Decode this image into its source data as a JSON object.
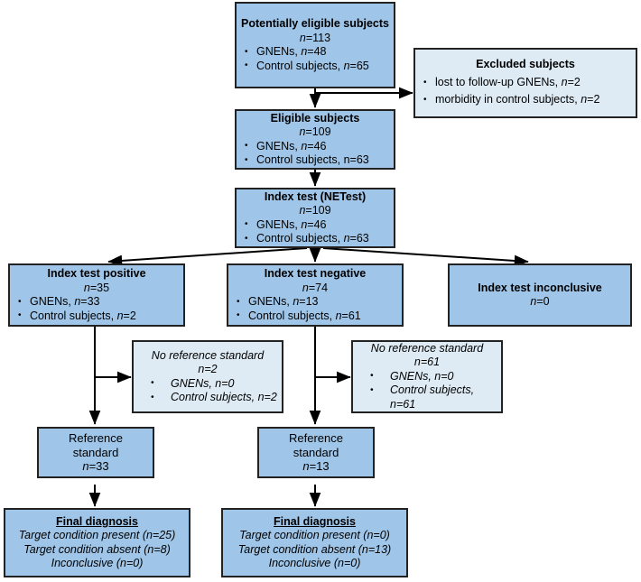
{
  "colors": {
    "box_fill": "#9FC5E8",
    "box_fill_light": "#DEEBF4",
    "border": "#222222",
    "text": "#000000",
    "arrow": "#000000"
  },
  "nodes": {
    "potentially_eligible": {
      "title": "Potentially eligible subjects",
      "count_label": "n",
      "count_value": "=113",
      "bullets": [
        {
          "label": "GNENs, ",
          "n": "n",
          "value": "=48"
        },
        {
          "label": "Control subjects, ",
          "n": "n",
          "value": "=65"
        }
      ]
    },
    "excluded": {
      "title": "Excluded subjects",
      "bullets": [
        {
          "label": "lost to follow-up GNENs, ",
          "n": "n",
          "value": "=2"
        },
        {
          "label": "morbidity in control subjects, ",
          "n": "n",
          "value": "=2"
        }
      ]
    },
    "eligible": {
      "title": "Eligible subjects",
      "count_label": "n",
      "count_value": "=109",
      "bullets": [
        {
          "label": "GNENs, ",
          "n": "n",
          "value": "=46"
        },
        {
          "label": "Control subjects, ",
          "n": "n",
          "value": "=63"
        }
      ]
    },
    "index_test": {
      "title": "Index test (NETest)",
      "count_label": "n",
      "count_value": "=109",
      "bullets": [
        {
          "label": "GNENs, ",
          "n": "n",
          "value": "=46"
        },
        {
          "label": "Control subjects, ",
          "n": "n",
          "value": "=63"
        }
      ]
    },
    "index_positive": {
      "title": "Index test positive",
      "count_label": "n",
      "count_value": "=35",
      "bullets": [
        {
          "label": "GNENs, ",
          "n": "n",
          "value": "=33"
        },
        {
          "label": "Control subjects, ",
          "n": "n",
          "value": "=2"
        }
      ]
    },
    "index_negative": {
      "title": "Index test negative",
      "count_label": "n",
      "count_value": "=74",
      "bullets": [
        {
          "label": "GNENs, ",
          "n": "n",
          "value": "=13"
        },
        {
          "label": "Control subjects, ",
          "n": "n",
          "value": "=61"
        }
      ]
    },
    "index_inconclusive": {
      "title": "Index test inconclusive",
      "count_label": "n",
      "count_value": "=0"
    },
    "no_ref_left": {
      "title": "No reference standard",
      "count_label": "n",
      "count_value": "=2",
      "bullets": [
        {
          "label": "GNENs, n=0"
        },
        {
          "label": "Control subjects, n=2"
        }
      ]
    },
    "no_ref_right": {
      "title": "No reference standard",
      "count_label": "n",
      "count_value": "=61",
      "bullets": [
        {
          "label": "GNENs, n=0"
        },
        {
          "label": "Control subjects, n=61"
        }
      ]
    },
    "ref_standard_left": {
      "title_line1": "Reference",
      "title_line2": "standard",
      "count_label": "n",
      "count_value": "=33"
    },
    "ref_standard_right": {
      "title_line1": "Reference",
      "title_line2": "standard",
      "count_label": "n",
      "count_value": "=13"
    },
    "final_diagnosis_left": {
      "title": "Final diagnosis",
      "lines": [
        "Target condition present (n=25)",
        "Target condition absent (n=8)",
        "Inconclusive (n=0)"
      ]
    },
    "final_diagnosis_right": {
      "title": "Final diagnosis",
      "lines": [
        "Target condition present (n=0)",
        "Target condition absent (n=13)",
        "Inconclusive (n=0)"
      ]
    }
  },
  "flow_data": {
    "type": "flowchart",
    "title": "STARD participant flow diagram",
    "edges": [
      {
        "from": "potentially_eligible",
        "to": "eligible",
        "kind": "arrow-down"
      },
      {
        "from": "potentially_eligible",
        "to": "excluded",
        "kind": "arrow-right"
      },
      {
        "from": "eligible",
        "to": "index_test",
        "kind": "arrow-down"
      },
      {
        "from": "index_test",
        "to": "index_positive",
        "kind": "arrow-diagonal-left"
      },
      {
        "from": "index_test",
        "to": "index_negative",
        "kind": "arrow-down"
      },
      {
        "from": "index_test",
        "to": "index_inconclusive",
        "kind": "arrow-diagonal-right"
      },
      {
        "from": "index_positive",
        "to": "no_ref_left",
        "kind": "arrow-right"
      },
      {
        "from": "index_positive",
        "to": "ref_standard_left",
        "kind": "arrow-down"
      },
      {
        "from": "index_negative",
        "to": "no_ref_right",
        "kind": "arrow-right"
      },
      {
        "from": "index_negative",
        "to": "ref_standard_right",
        "kind": "arrow-down"
      },
      {
        "from": "ref_standard_left",
        "to": "final_diagnosis_left",
        "kind": "arrow-down"
      },
      {
        "from": "ref_standard_right",
        "to": "final_diagnosis_right",
        "kind": "arrow-down"
      }
    ]
  }
}
